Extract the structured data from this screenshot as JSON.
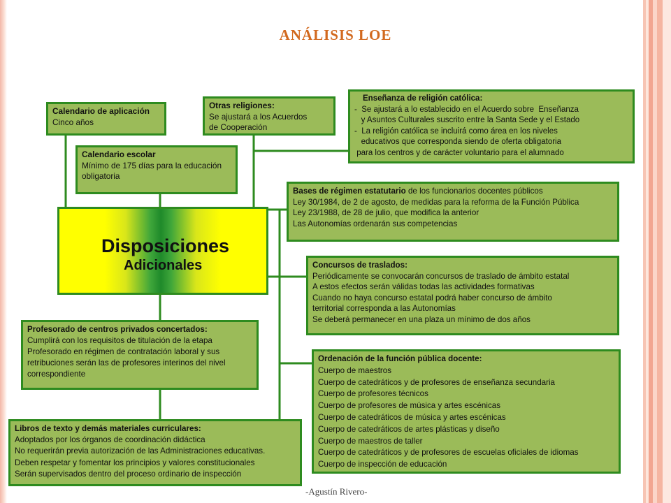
{
  "title": "ANÁLISIS LOE",
  "footer": "-Agustín Rivero-",
  "center": {
    "line1": "Disposiciones",
    "line2": "Adicionales"
  },
  "colors": {
    "box_fill": "#9bbb59",
    "box_border": "#2e8b1f",
    "title": "#d2691e",
    "center_fill": "#ffff00"
  },
  "boxes": {
    "calendario_aplicacion": {
      "heading": "Calendario de aplicación",
      "lines": [
        "Cinco años"
      ]
    },
    "otras_religiones": {
      "heading": "Otras religiones:",
      "lines": [
        "Se ajustará a los Acuerdos",
        "de Cooperación"
      ]
    },
    "religion_catolica": {
      "heading": "Enseñanza  de religión católica:",
      "lines": [
        "-  Se ajustará a lo establecido en el Acuerdo sobre  Enseñanza",
        "   y Asuntos Culturales suscrito entre la Santa Sede y el Estado",
        "-  La religión católica se incluirá como área en los niveles",
        "   educativos que corresponda siendo de oferta obligatoria",
        " para los centros y de carácter voluntario para el alumnado"
      ]
    },
    "calendario_escolar": {
      "heading": "Calendario escolar",
      "lines": [
        "Mínimo de 175 días para la educación",
        "obligatoria"
      ]
    },
    "bases_regimen": {
      "heading": "Bases de régimen estatutario",
      "heading_rest": " de los funcionarios docentes públicos",
      "lines": [
        "Ley 30/1984, de 2 de agosto, de medidas para la reforma de la Función Pública",
        "Ley 23/1988, de 28 de julio, que modifica la anterior",
        "Las Autonomías ordenarán sus competencias"
      ]
    },
    "concursos_traslados": {
      "heading": "Concursos de traslados:",
      "lines": [
        "Periódicamente se convocarán concursos de traslado de ámbito estatal",
        "A estos efectos serán válidas todas las actividades formativas",
        "Cuando no haya concurso estatal podrá haber concurso de ámbito",
        "territorial corresponda a las Autonomías",
        "Se deberá permanecer en una plaza un mínimo de dos años"
      ]
    },
    "profesorado_concertados": {
      "heading": "Profesorado de centros privados concertados:",
      "lines": [
        "Cumplirá con los requisitos de titulación de la etapa",
        "Profesorado en régimen de contratación laboral y sus",
        "retribuciones serán las de profesores interinos del nivel",
        "correspondiente"
      ]
    },
    "ordenacion_funcion": {
      "heading": "Ordenación de la función pública docente:",
      "lines": [
        "Cuerpo de maestros",
        "Cuerpo de catedráticos y de profesores de enseñanza secundaria",
        "Cuerpo de profesores técnicos",
        "Cuerpo de profesores de música y artes escénicas",
        "Cuerpo de catedráticos de música y artes escénicas",
        "Cuerpo de catedráticos de artes plásticas y diseño",
        "Cuerpo de maestros de taller",
        "Cuerpo de catedráticos y de profesores de escuelas oficiales de idiomas",
        "Cuerpo de inspección de educación"
      ]
    },
    "libros_texto": {
      "heading": "Libros de texto y demás materiales curriculares:",
      "lines": [
        "Adoptados por los órganos de coordinación didáctica",
        "No requerirán previa autorización de las Administraciones educativas.",
        "Deben respetar y fomentar los principios y valores constitucionales",
        "Serán supervisados dentro del proceso ordinario de inspección"
      ]
    }
  }
}
